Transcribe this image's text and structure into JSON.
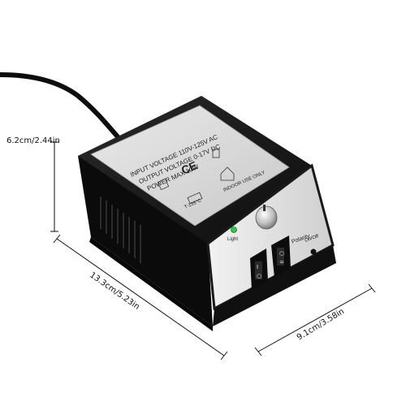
{
  "dimensions": {
    "height": "6.2cm/2.44in",
    "length": "13.3cm/5.23in",
    "width": "9.1cm/3.58in"
  },
  "label_plate": {
    "line1": "INPUT VOLTAGE   110V-125V AC",
    "line2": "OUTPUT VOLTAGE  0-17V DC",
    "line3": "POWER MAX      10W",
    "ce_mark": "CE",
    "indoor": "INDOOR USE ONLY",
    "fuse": "T-135°C"
  },
  "front_panel": {
    "led_label": "Light",
    "polarity_label": "Polarity",
    "on_off_label": "On/Off"
  },
  "colors": {
    "body": "#151515",
    "plate": "#d8d8d8",
    "led": "#2ecc40"
  }
}
